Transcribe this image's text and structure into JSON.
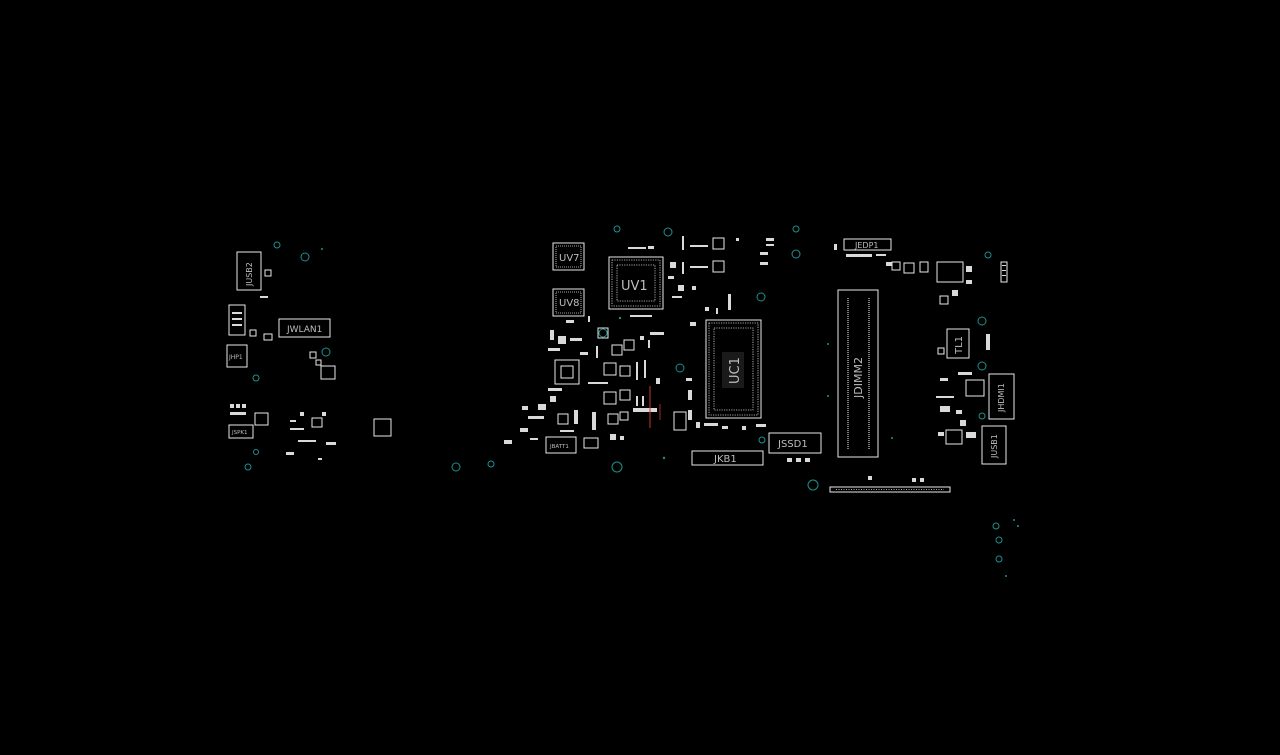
{
  "theme": {
    "background": "#000000",
    "outline": "#e8e8e8",
    "label": "#bdbdbd",
    "via": "#1d8f8f",
    "accent": "#c0392b"
  },
  "components": {
    "uv7": "UV7",
    "uv8": "UV8",
    "uv1": "UV1",
    "uc1": "UC1",
    "jdimm2": "JDIMM2",
    "jedp1": "JEDP1",
    "jkb1": "JKB1",
    "jssd1": "JSSD1",
    "jhdmi1": "JHDMI1",
    "jusb1": "JUSB1",
    "jusb2": "JUSB2",
    "jwlan1": "JWLAN1",
    "jbatt1": "JBATT1",
    "jhp1": "JHP1",
    "jspk1": "JSPK1",
    "tl1": "TL1"
  }
}
